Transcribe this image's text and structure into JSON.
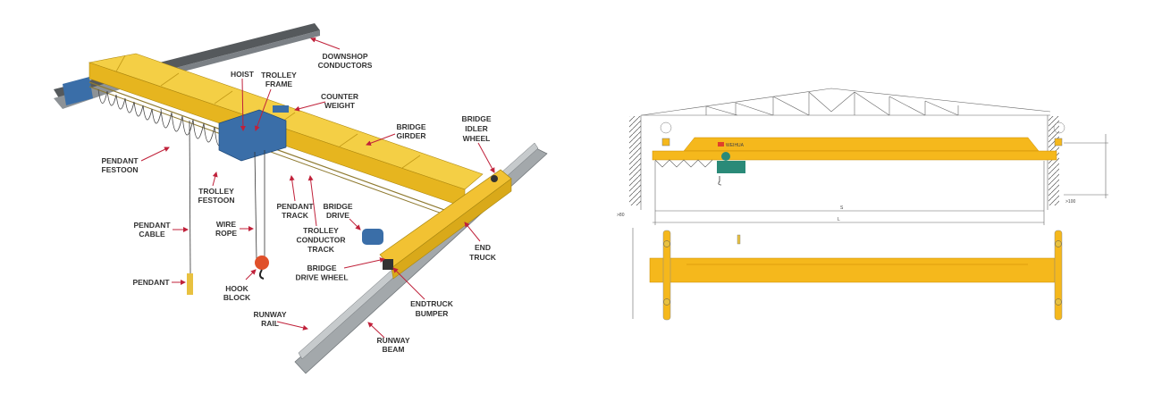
{
  "left_diagram": {
    "labels": {
      "downshop": [
        "DOWNSHOP",
        "CONDUCTORS"
      ],
      "hoist": [
        "HOIST"
      ],
      "trolley_frame": [
        "TROLLEY",
        "FRAME"
      ],
      "counter_weight": [
        "COUNTER",
        "WEIGHT"
      ],
      "bridge_girder": [
        "BRIDGE",
        "GIRDER"
      ],
      "bridge_idler_wheel": [
        "BRIDGE",
        "IDLER",
        "WHEEL"
      ],
      "pendant_festoon": [
        "PENDANT",
        "FESTOON"
      ],
      "trolley_festoon": [
        "TROLLEY",
        "FESTOON"
      ],
      "pendant_track": [
        "PENDANT",
        "TRACK"
      ],
      "bridge_drive": [
        "BRIDGE",
        "DRIVE"
      ],
      "pendant_cable": [
        "PENDANT",
        "CABLE"
      ],
      "wire_rope": [
        "WIRE",
        "ROPE"
      ],
      "trolley_conductor_track": [
        "TROLLEY",
        "CONDUCTOR",
        "TRACK"
      ],
      "end_truck": [
        "END",
        "TRUCK"
      ],
      "bridge_drive_wheel": [
        "BRIDGE",
        "DRIVE WHEEL"
      ],
      "pendant": [
        "PENDANT"
      ],
      "hook_block": [
        "HOOK",
        "BLOCK"
      ],
      "endtruck_bumper": [
        "ENDTRUCK",
        "BUMPER"
      ],
      "runway_rail": [
        "RUNWAY",
        "RAIL"
      ],
      "runway_beam": [
        "RUNWAY",
        "BEAM"
      ]
    }
  },
  "right_drawing": {
    "brand": "WEIHUA",
    "dims": {
      "span": "S",
      "length": "L",
      "clearance_left": ">80",
      "clearance_right": ">100"
    }
  },
  "colors": {
    "crane_yellow": "#f2c233",
    "girder_yellow": "#f5b81c",
    "arrow_red": "#c0213a",
    "hoist_blue": "#3a6ea8",
    "hoist_green": "#2a8a78",
    "hook_red": "#e0502a",
    "steel_gray": "#9a9fa3"
  }
}
